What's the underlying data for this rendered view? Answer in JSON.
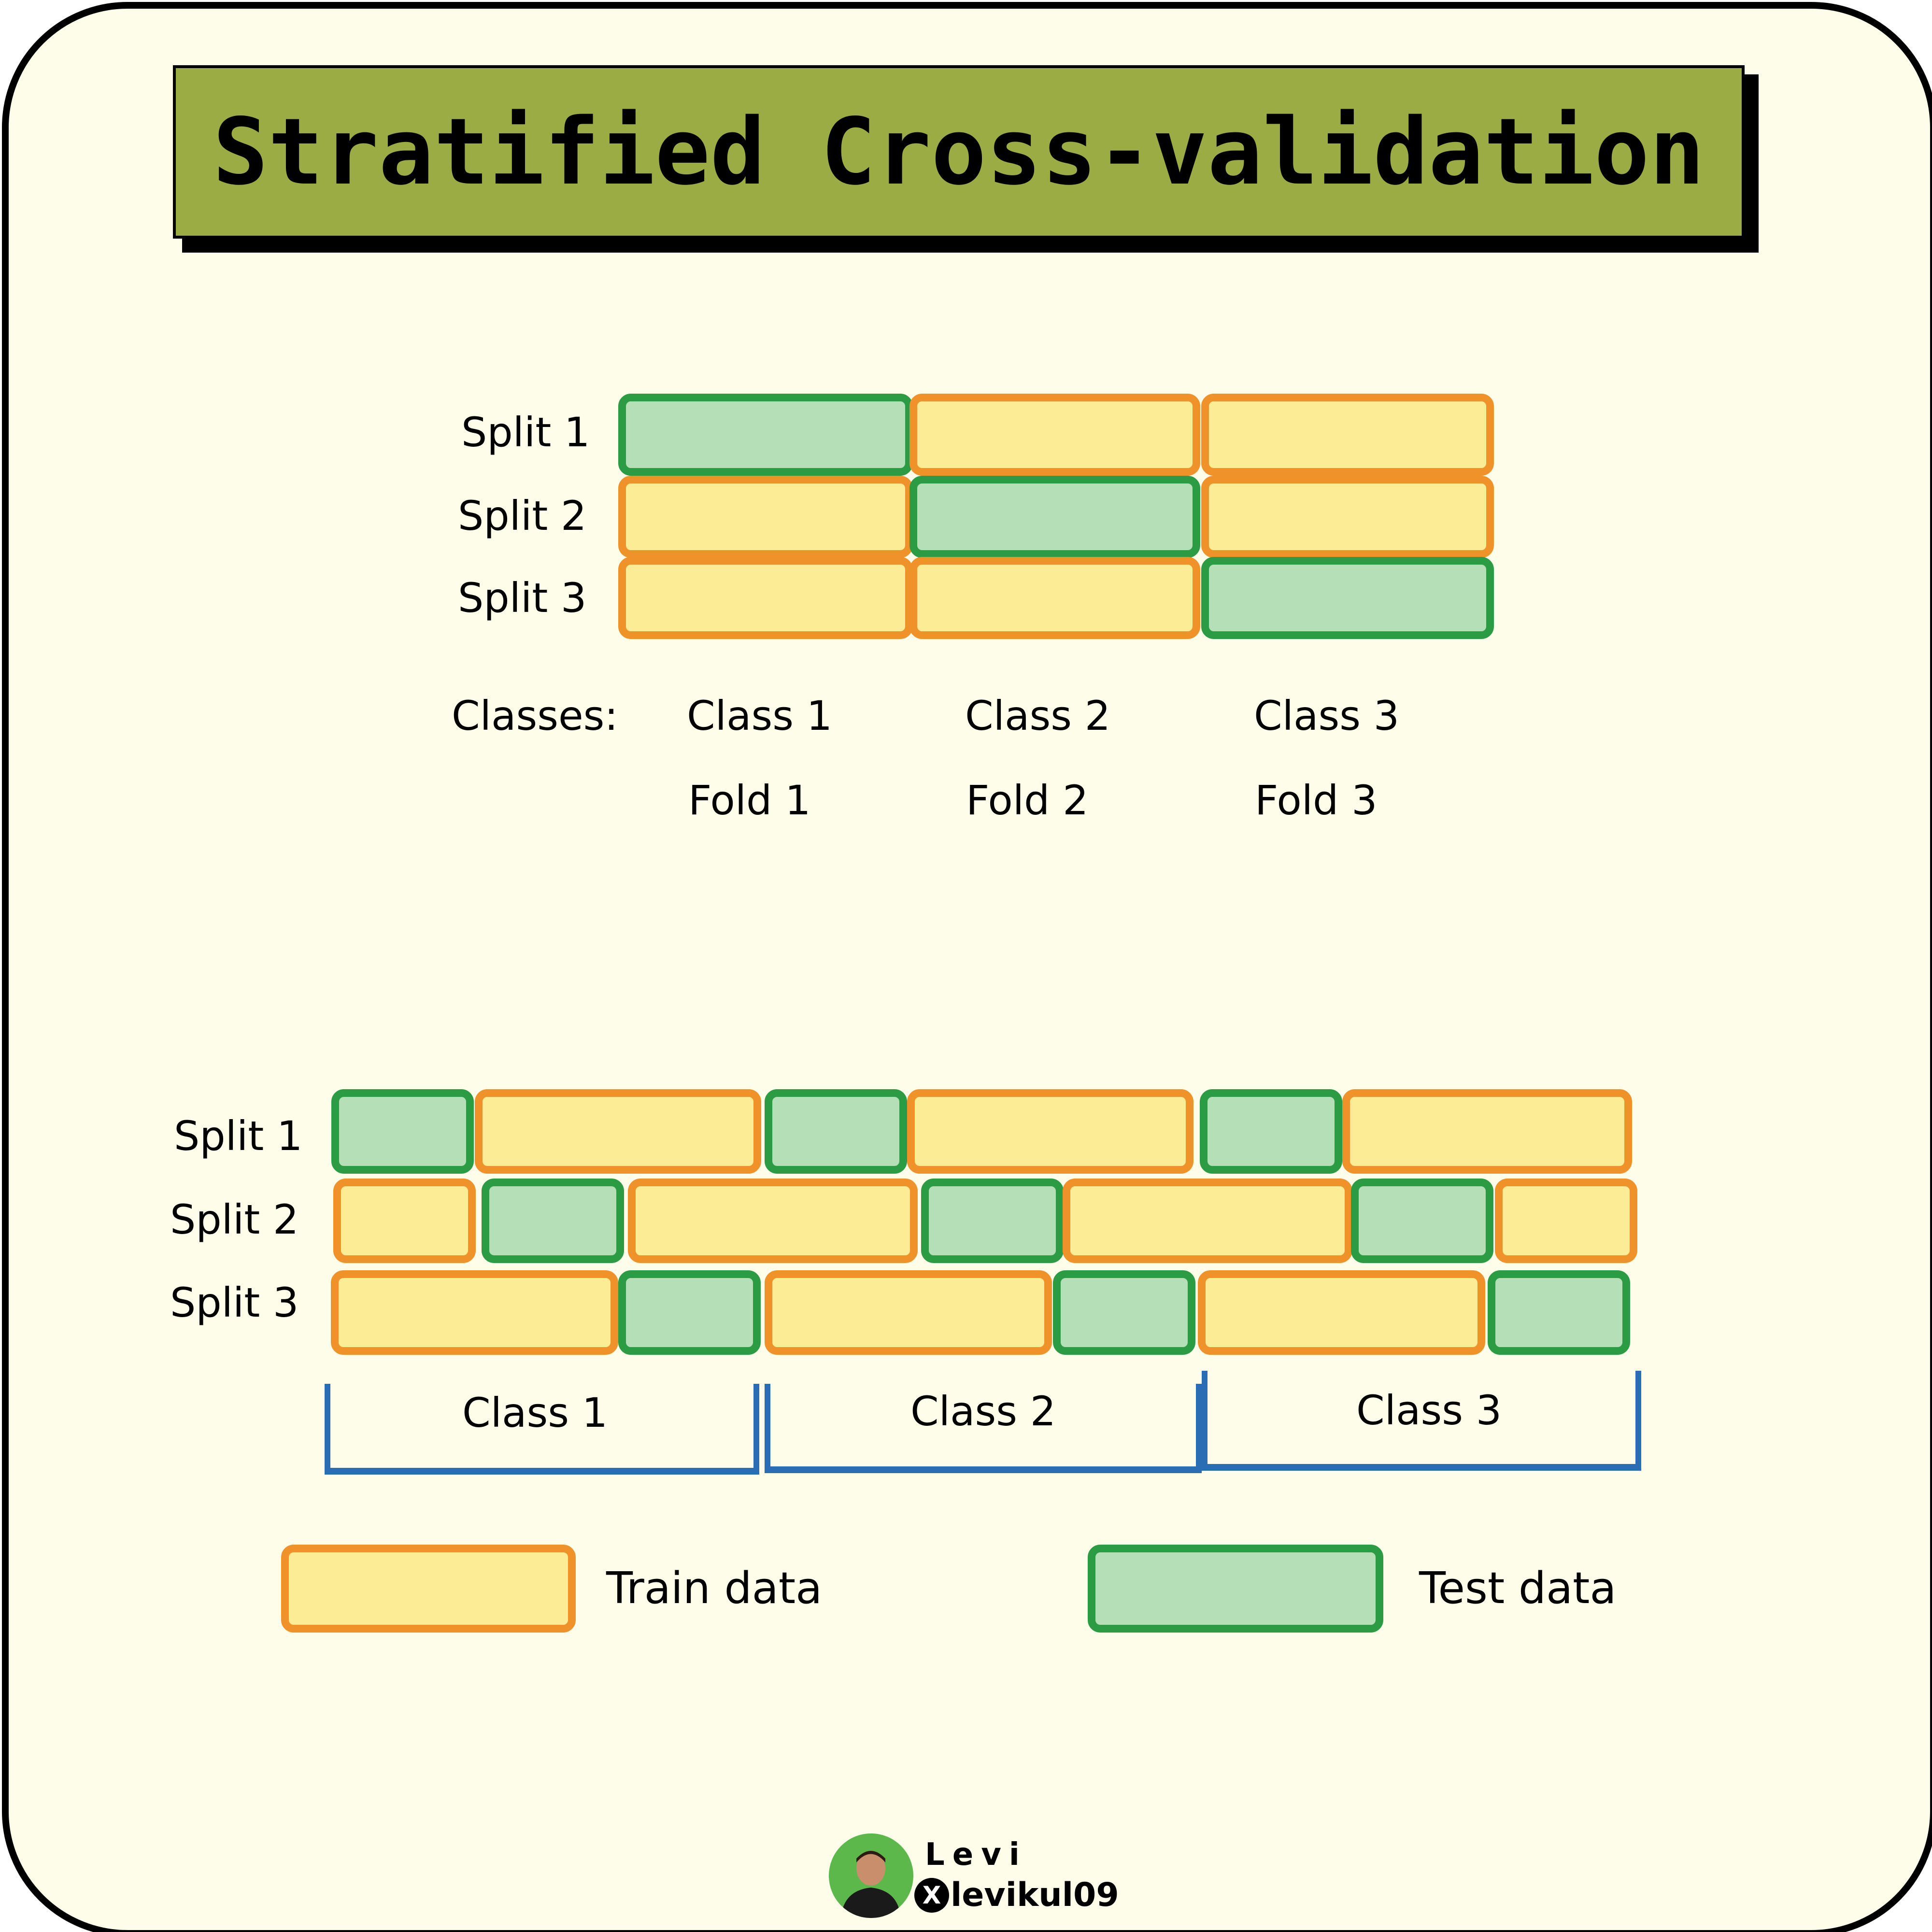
{
  "title": "Stratified Cross-validation",
  "colors": {
    "background": "#fdfdea",
    "title_fill": "#9bac44",
    "train_fill": "#fcec96",
    "train_border": "#f0922a",
    "test_fill": "#b5dfb6",
    "test_border": "#2c9c44",
    "bracket": "#2a6db5"
  },
  "top_diagram": {
    "split_labels": [
      "Split 1",
      "Split 2",
      "Split 3"
    ],
    "grid": [
      [
        "test",
        "train",
        "train"
      ],
      [
        "train",
        "test",
        "train"
      ],
      [
        "train",
        "train",
        "test"
      ]
    ],
    "classes_label": "Classes:",
    "class_labels": [
      "Class 1",
      "Class 2",
      "Class 3"
    ],
    "fold_labels": [
      "Fold 1",
      "Fold 2",
      "Fold 3"
    ]
  },
  "bottom_diagram": {
    "split_labels": [
      "Split 1",
      "Split 2",
      "Split 3"
    ],
    "class_labels": [
      "Class 1",
      "Class 2",
      "Class 3"
    ],
    "rows": [
      [
        "test",
        "train",
        "test",
        "train",
        "test",
        "train"
      ],
      [
        "train",
        "test",
        "train",
        "test",
        "train",
        "test",
        "train"
      ],
      [
        "train",
        "test",
        "train",
        "test",
        "train",
        "test"
      ]
    ]
  },
  "legend": {
    "train_label": "Train data",
    "test_label": "Test data"
  },
  "author": {
    "name": "Levi",
    "handle": "levikul09",
    "icon": "x-logo-icon"
  }
}
